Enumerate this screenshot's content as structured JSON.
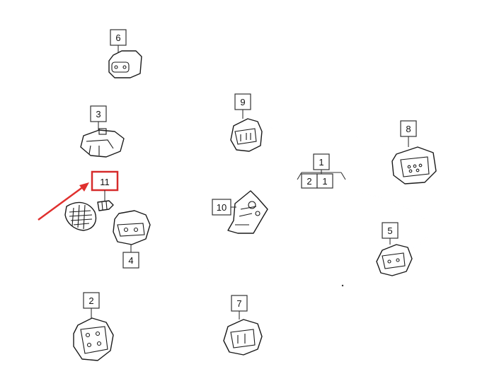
{
  "callouts": {
    "c1": "1",
    "c1_split_left": "2",
    "c1_split_right": "1",
    "c2": "2",
    "c3": "3",
    "c4": "4",
    "c5": "5",
    "c6": "6",
    "c7": "7",
    "c8": "8",
    "c9": "9",
    "c10": "10",
    "c11": "11"
  },
  "colors": {
    "line": "#1a1a1a",
    "highlight_box": "#d62b2b",
    "arrow": "#e0302e"
  },
  "icons": {
    "arrow": "red-pointer-arrow",
    "connectors": "wiring-harness-connector"
  }
}
